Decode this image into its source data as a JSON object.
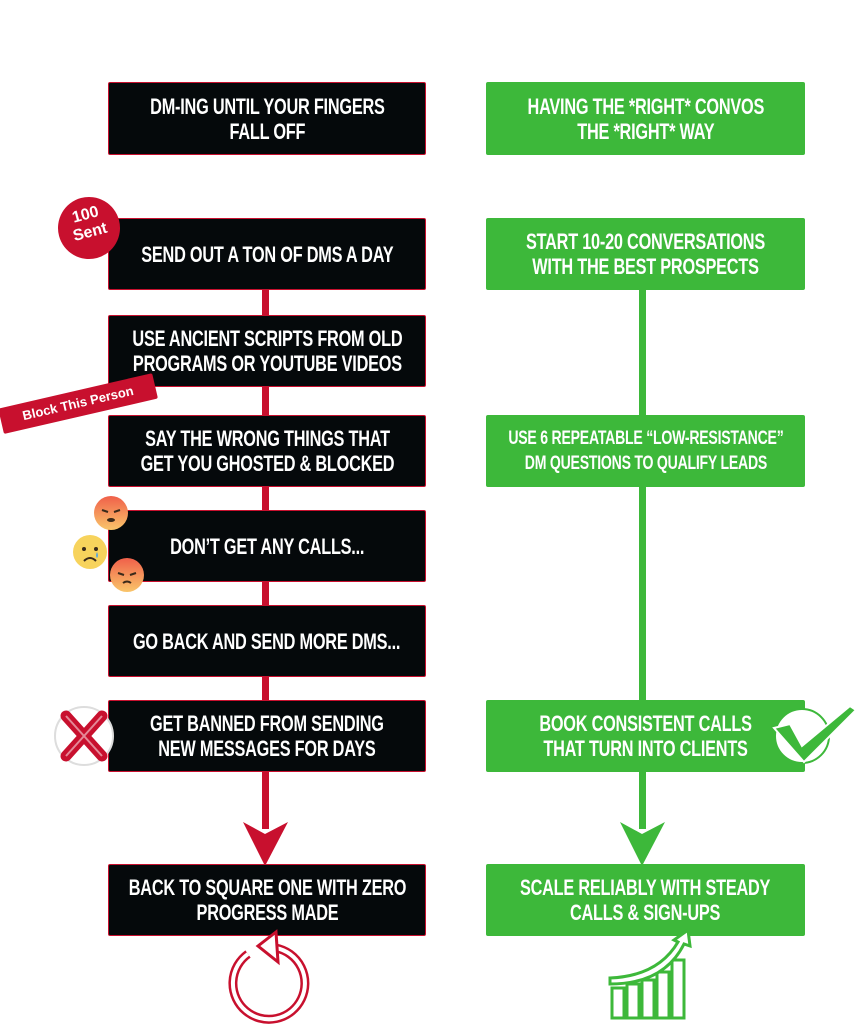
{
  "colors": {
    "bad": "#c8102e",
    "good": "#3db83a",
    "box_dark": "#05090b"
  },
  "left_column": {
    "header": [
      "DM-ING UNTIL YOUR FINGERS",
      "FALL OFF"
    ],
    "steps": [
      [
        "SEND OUT A TON OF DMS A DAY"
      ],
      [
        "USE ANCIENT SCRIPTS FROM OLD",
        "PROGRAMS OR YOUTUBE VIDEOS"
      ],
      [
        "SAY THE WRONG THINGS THAT",
        "GET YOU GHOSTED & BLOCKED"
      ],
      [
        "DON’T GET ANY CALLS..."
      ],
      [
        "GO BACK AND SEND MORE DMS..."
      ],
      [
        "GET BANNED FROM SENDING",
        "NEW MESSAGES FOR DAYS"
      ]
    ],
    "result": [
      "BACK TO SQUARE ONE WITH ZERO",
      "PROGRESS MADE"
    ]
  },
  "right_column": {
    "header": [
      "HAVING THE *RIGHT* CONVOS",
      "THE *RIGHT* WAY"
    ],
    "steps": [
      [
        "START 10-20 CONVERSATIONS",
        "WITH THE BEST PROSPECTS"
      ],
      [
        "USE 6 REPEATABLE “LOW-RESISTANCE”",
        "DM QUESTIONS TO QUALIFY LEADS"
      ],
      [
        "BOOK CONSISTENT CALLS",
        "THAT TURN INTO CLIENTS"
      ]
    ],
    "result": [
      "SCALE RELIABLY WITH STEADY",
      "CALLS & SIGN-UPS"
    ]
  },
  "badges": {
    "sent_count": "100",
    "sent_label": "Sent",
    "block_label": "Block This Person"
  },
  "icons": [
    "angry-emoji-icon",
    "sad-emoji-icon",
    "x-mark-icon",
    "checkmark-icon",
    "refresh-loop-icon",
    "growth-chart-icon"
  ]
}
